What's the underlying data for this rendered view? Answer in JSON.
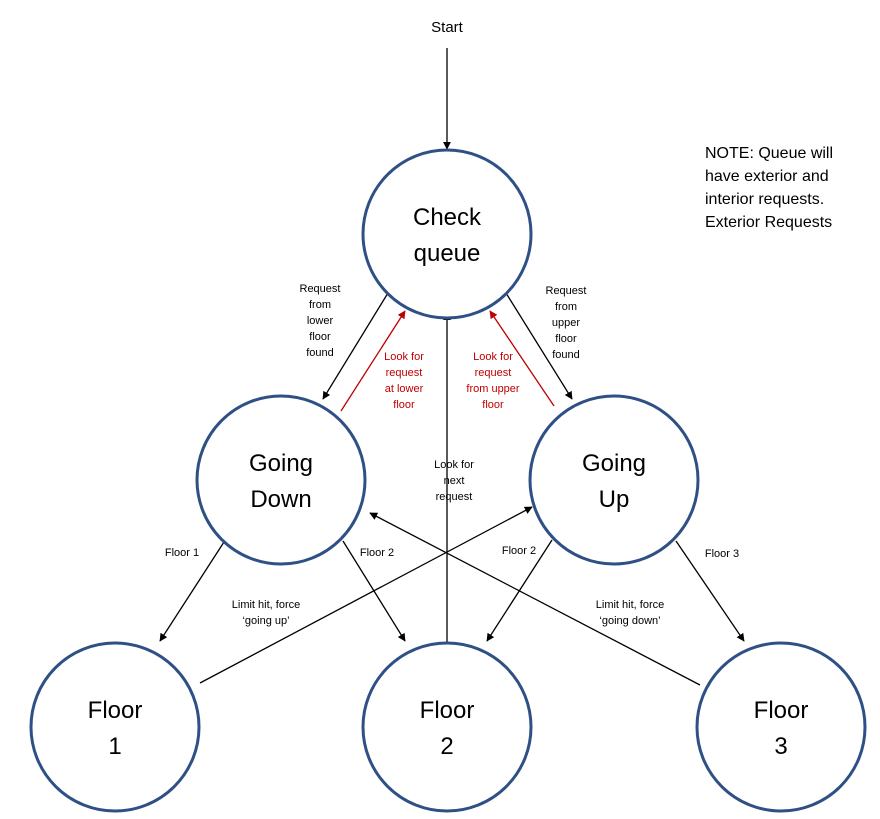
{
  "start_label": "Start",
  "note_lines": [
    "NOTE: Queue will",
    "have exterior and",
    "interior requests.",
    "Exterior Requests"
  ],
  "colors": {
    "node_stroke": "#2F5085",
    "edge": "#000000",
    "edge_highlight": "#C00000",
    "label_highlight": "#C00000"
  },
  "nodes": [
    {
      "id": "check-queue",
      "lines": [
        "Check",
        "queue"
      ]
    },
    {
      "id": "going-down",
      "lines": [
        "Going",
        "Down"
      ]
    },
    {
      "id": "going-up",
      "lines": [
        "Going",
        "Up"
      ]
    },
    {
      "id": "floor-1",
      "lines": [
        "Floor",
        "1"
      ]
    },
    {
      "id": "floor-2",
      "lines": [
        "Floor",
        "2"
      ]
    },
    {
      "id": "floor-3",
      "lines": [
        "Floor",
        "3"
      ]
    }
  ],
  "edges": [
    {
      "id": "start-to-check",
      "from": "start",
      "to": "check-queue",
      "highlight": false,
      "label": []
    },
    {
      "id": "check-to-down",
      "from": "check-queue",
      "to": "going-down",
      "highlight": false,
      "label": [
        "Request",
        "from",
        "lower",
        "floor",
        "found"
      ]
    },
    {
      "id": "down-to-check",
      "from": "going-down",
      "to": "check-queue",
      "highlight": true,
      "label": [
        "Look for",
        "request",
        "at lower",
        "floor"
      ]
    },
    {
      "id": "check-to-up",
      "from": "check-queue",
      "to": "going-up",
      "highlight": false,
      "label": [
        "Request",
        "from",
        "upper",
        "floor",
        "found"
      ]
    },
    {
      "id": "up-to-check",
      "from": "going-up",
      "to": "check-queue",
      "highlight": true,
      "label": [
        "Look for",
        "request",
        "from upper",
        "floor"
      ]
    },
    {
      "id": "floor2-to-check",
      "from": "floor-2",
      "to": "check-queue",
      "highlight": false,
      "label": [
        "Look for",
        "next",
        "request"
      ]
    },
    {
      "id": "down-to-floor1",
      "from": "going-down",
      "to": "floor-1",
      "highlight": false,
      "label": [
        "Floor 1"
      ]
    },
    {
      "id": "down-to-floor2",
      "from": "going-down",
      "to": "floor-2",
      "highlight": false,
      "label": [
        "Floor 2"
      ]
    },
    {
      "id": "up-to-floor2",
      "from": "going-up",
      "to": "floor-2",
      "highlight": false,
      "label": [
        "Floor 2"
      ]
    },
    {
      "id": "up-to-floor3",
      "from": "going-up",
      "to": "floor-3",
      "highlight": false,
      "label": [
        "Floor 3"
      ]
    },
    {
      "id": "floor1-to-up",
      "from": "floor-1",
      "to": "going-up",
      "highlight": false,
      "label": [
        "Limit hit, force",
        "‘going up’"
      ]
    },
    {
      "id": "floor3-to-down",
      "from": "floor-3",
      "to": "going-down",
      "highlight": false,
      "label": [
        "Limit hit, force",
        "‘going down’"
      ]
    }
  ]
}
